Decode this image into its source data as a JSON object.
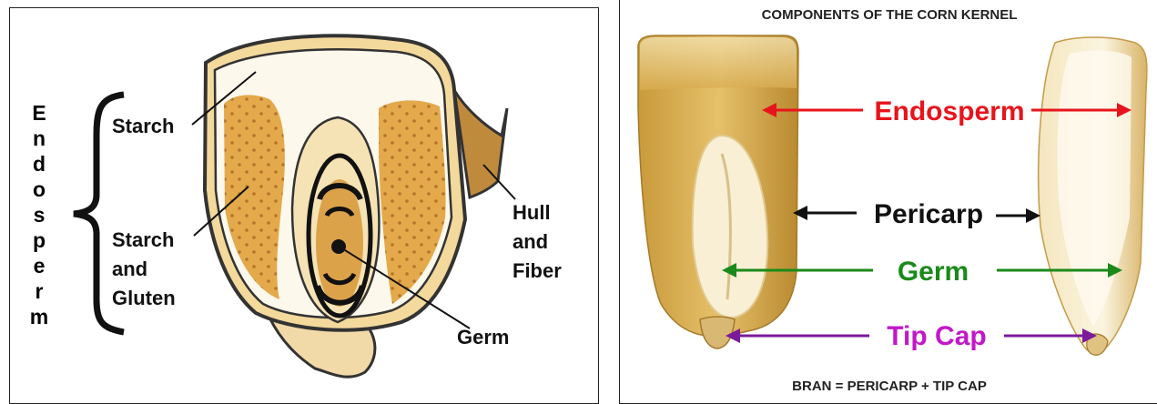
{
  "left_diagram": {
    "endosperm_letters": [
      "E",
      "n",
      "d",
      "o",
      "s",
      "p",
      "e",
      "r",
      "m"
    ],
    "labels": {
      "starch": "Starch",
      "starch_gluten": [
        "Starch",
        "and",
        "Gluten"
      ],
      "hull_fiber": [
        "Hull",
        "and",
        "Fiber"
      ],
      "germ": "Germ"
    }
  },
  "right_diagram": {
    "title": "COMPONENTS OF THE CORN KERNEL",
    "endosperm": "Endosperm",
    "pericarp": "Pericarp",
    "germ": "Germ",
    "tip_cap": "Tip Cap",
    "footer": "BRAN = PERICARP + TIP CAP",
    "colors": {
      "endosperm": "#e8141c",
      "pericarp": "#111111",
      "germ": "#1a8a1a",
      "tip_cap": "#c218c8"
    }
  }
}
